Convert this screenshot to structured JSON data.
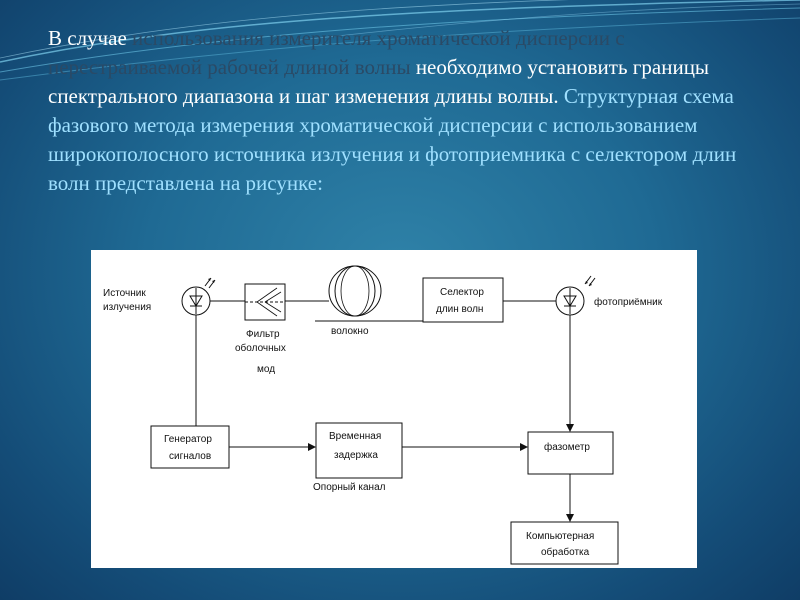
{
  "intro": {
    "p1": "В случае ",
    "p2": "использования измерителя хроматической дисперсии с перестраиваемой рабочей длиной волны",
    "p3": " необходимо установить границы спектрального диапазона и шаг изменения длины волны.",
    "p4": " Структурная схема фазового метода измерения хроматической дисперсии с использованием широкополосного источника излучения и фотоприемника с селектором длин волн представлена на рисунке:"
  },
  "diagram": {
    "source_label_1": "Источник",
    "source_label_2": "излучения",
    "filter_label_1": "Фильтр",
    "filter_label_2": "оболочных",
    "filter_label_3": "мод",
    "fiber_label": "волокно",
    "selector_label_1": "Селектор",
    "selector_label_2": "длин волн",
    "photodetector_label": "фотоприёмник",
    "generator_label_1": "Генератор",
    "generator_label_2": "сигналов",
    "delay_label_1": "Временная",
    "delay_label_2": "задержка",
    "reference_channel_label": "Опорный канал",
    "phasemeter_label": "фазометр",
    "computer_label_1": "Компьютерная",
    "computer_label_2": "обработка"
  },
  "colors": {
    "text_white": "#ffffff",
    "text_dark": "#2a4a66",
    "text_light": "#9fe0ff"
  }
}
